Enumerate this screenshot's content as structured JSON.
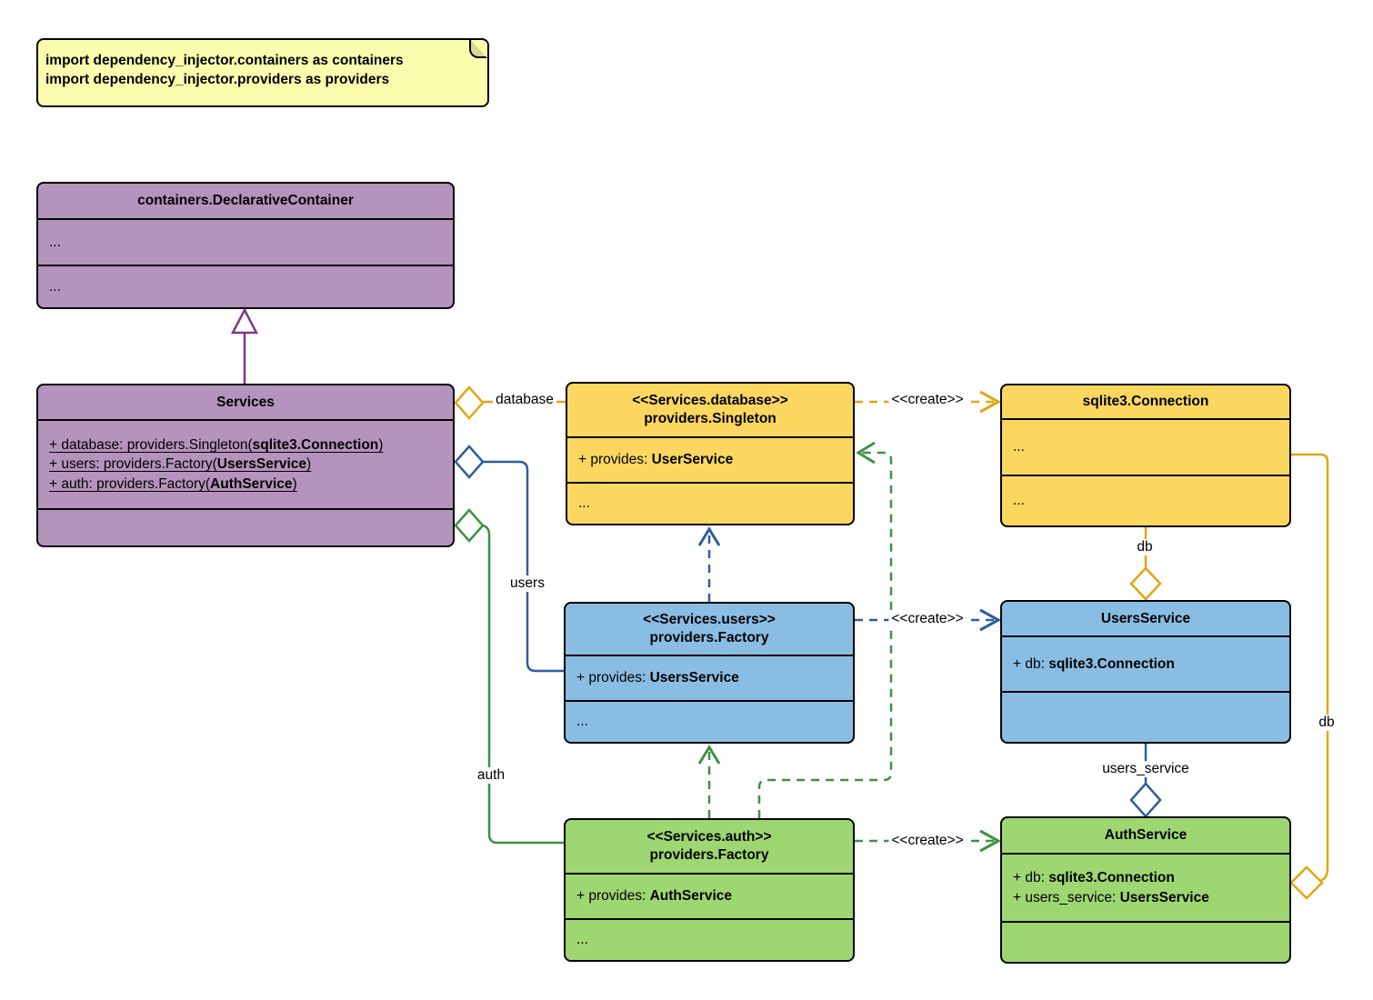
{
  "note": {
    "line1": "import dependency_injector.containers as containers",
    "line2": "import dependency_injector.providers as providers"
  },
  "classes": {
    "declarative_container": {
      "title": "containers.DeclarativeContainer",
      "section1": "...",
      "section2": "..."
    },
    "services": {
      "title": "Services",
      "attrs": [
        {
          "pre": "+ database: providers.Singleton(",
          "bold": "sqlite3.Connection",
          "suf": ")"
        },
        {
          "pre": "+ users: providers.Factory(",
          "bold": "UsersService",
          "suf": ")"
        },
        {
          "pre": "+ auth: providers.Factory(",
          "bold": "AuthService",
          "suf": ")"
        }
      ]
    },
    "singleton_database": {
      "stereotype": "<<Services.database>>",
      "title": "providers.Singleton",
      "attr": {
        "pre": "+ provides: ",
        "bold": "UserService"
      },
      "more": "..."
    },
    "sqlite_connection": {
      "title": "sqlite3.Connection",
      "section1": "...",
      "section2": "..."
    },
    "factory_users": {
      "stereotype": "<<Services.users>>",
      "title": "providers.Factory",
      "attr": {
        "pre": "+ provides: ",
        "bold": "UsersService"
      },
      "more": "..."
    },
    "users_service": {
      "title": "UsersService",
      "attr": {
        "pre": "+ db: ",
        "bold": "sqlite3.Connection"
      }
    },
    "factory_auth": {
      "stereotype": "<<Services.auth>>",
      "title": "providers.Factory",
      "attr": {
        "pre": "+ provides: ",
        "bold": "AuthService"
      },
      "more": "..."
    },
    "auth_service": {
      "title": "AuthService",
      "attrs": [
        {
          "pre": "+ db: ",
          "bold": "sqlite3.Connection"
        },
        {
          "pre": "+ users_service: ",
          "bold": "UsersService"
        }
      ]
    }
  },
  "edge_labels": {
    "database": "database",
    "users": "users",
    "auth": "auth",
    "create": "<<create>>",
    "db": "db",
    "users_service": "users_service"
  },
  "colors": {
    "container_fill": "#b493bc",
    "singleton_fill": "#fcd75f",
    "factory_users_fill": "#8abde3",
    "factory_auth_fill": "#9ed672",
    "note_fill": "#fcfcaf",
    "inheritance_line": "#7b3b85",
    "database_line": "#e1a616",
    "users_line": "#2c5e9e",
    "auth_line": "#3f9142"
  }
}
